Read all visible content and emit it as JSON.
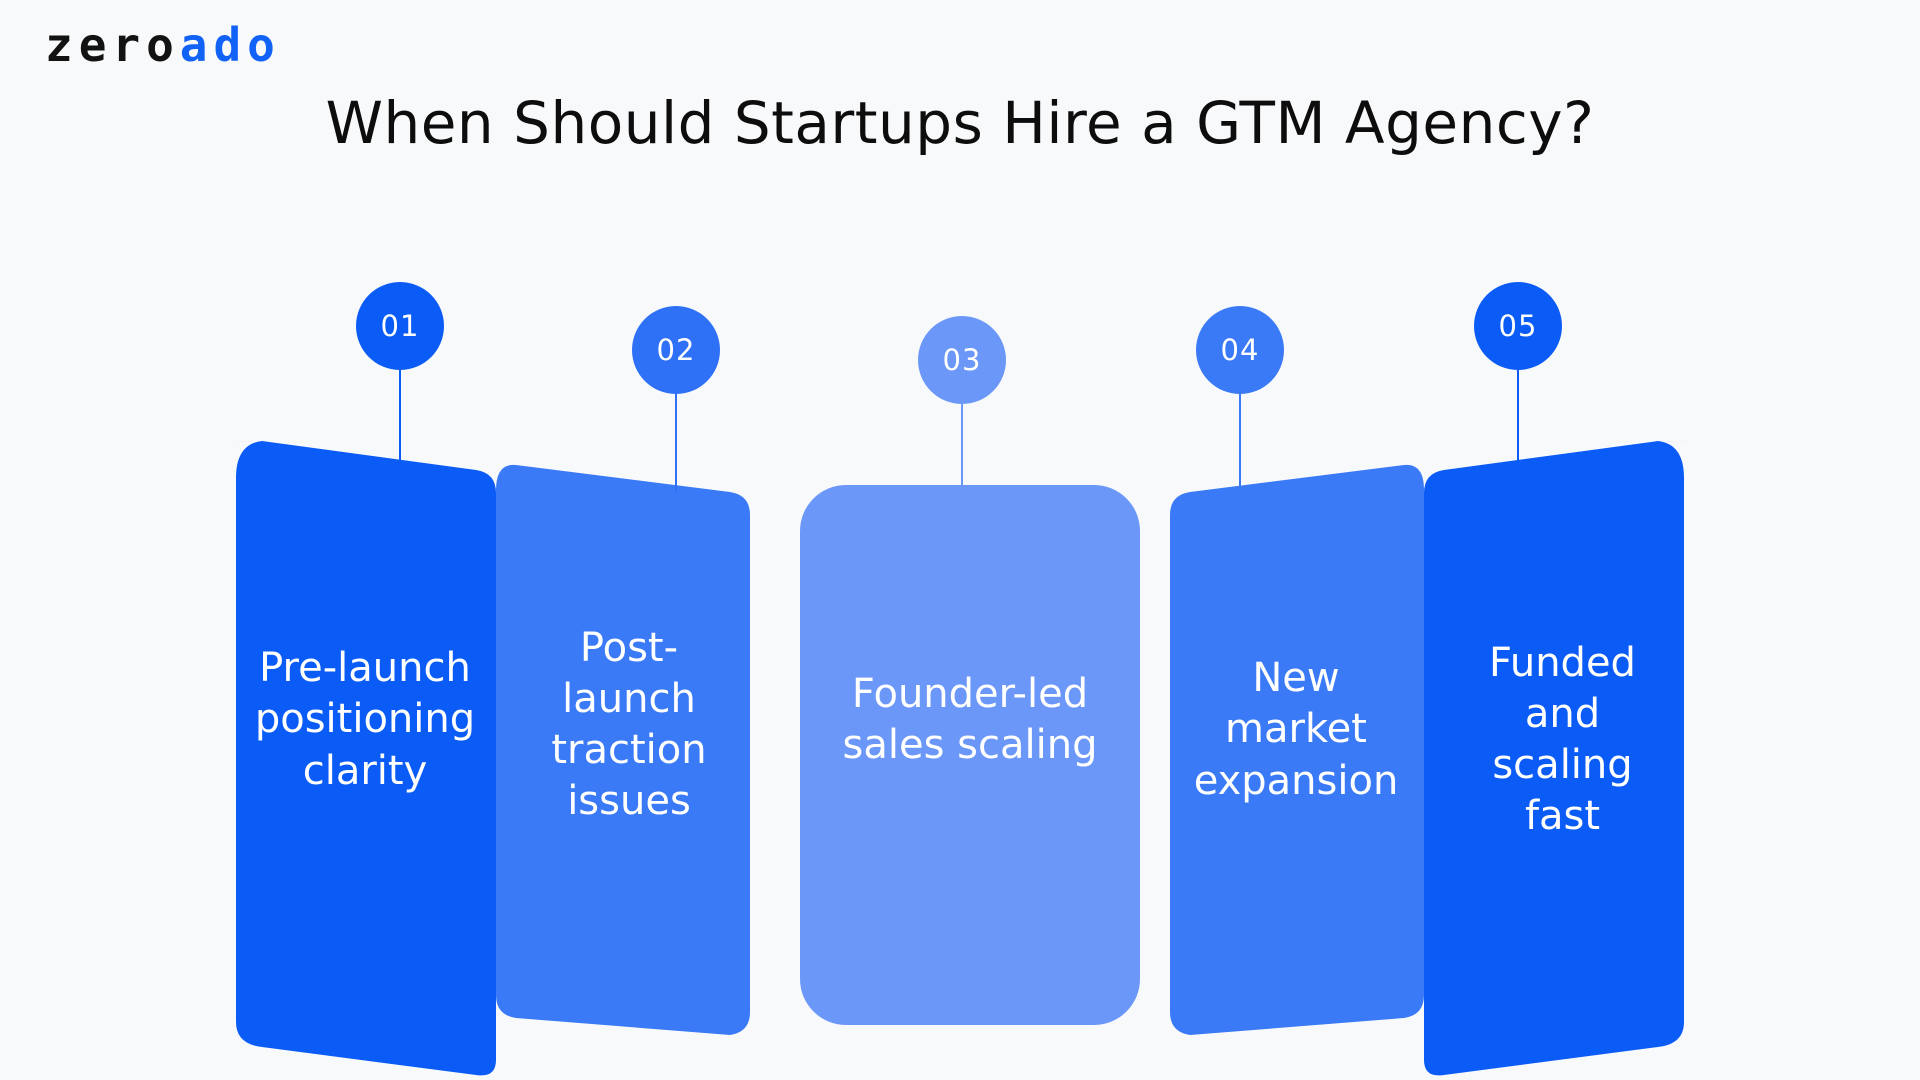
{
  "logo": {
    "part1": "zero",
    "part2": "ado",
    "part1_color": "#121212",
    "part2_color": "#1162f6"
  },
  "header": {
    "title": "When Should Startups Hire a GTM Agency?",
    "title_color": "#0d0d0d"
  },
  "background_color": "#f8f9fa",
  "palette": {
    "blue_strong": "#0b5cf6",
    "blue_medium": "#3b7af7",
    "blue_light": "#6b97f8",
    "white": "#ffffff"
  },
  "funnel": {
    "steps": [
      {
        "number": "01",
        "label": "Pre-launch\npositioning\nclarity",
        "color": "#0b5cf6",
        "badge_color": "#0b5cf6"
      },
      {
        "number": "02",
        "label": "Post-\nlaunch\ntraction\nissues",
        "color": "#3b7af7",
        "badge_color": "#2e71f7"
      },
      {
        "number": "03",
        "label": "Founder-led\nsales scaling",
        "color": "#6b97f8",
        "badge_color": "#6b97f8"
      },
      {
        "number": "04",
        "label": "New market\nexpansion",
        "color": "#3b7af7",
        "badge_color": "#3b7af7"
      },
      {
        "number": "05",
        "label": "Funded and\nscaling\nfast",
        "color": "#0b5cf6",
        "badge_color": "#0b5cf6"
      }
    ]
  }
}
